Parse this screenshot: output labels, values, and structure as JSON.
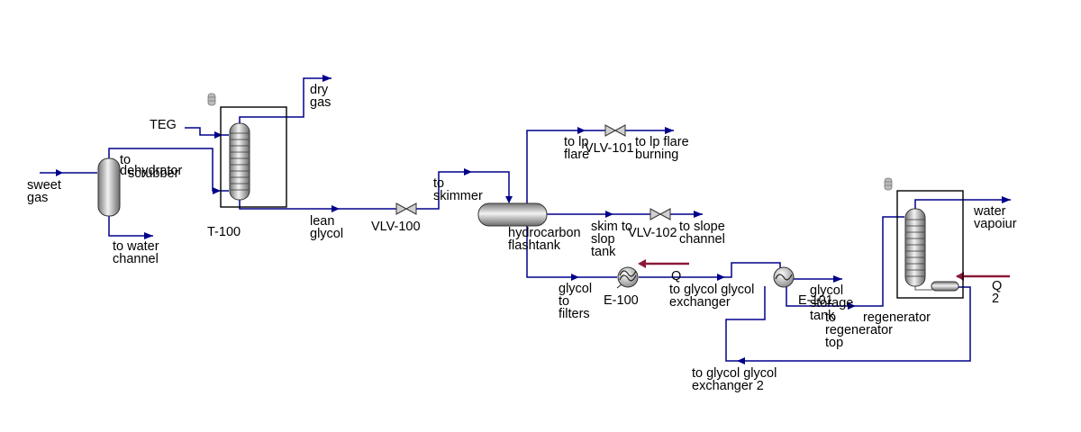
{
  "labels": {
    "sweet_gas": [
      "sweet",
      "gas"
    ],
    "to_dehydrator": [
      "to",
      "dehydrator"
    ],
    "to_scrubber": "scrubber",
    "to_water_channel": [
      "to water",
      "channel"
    ],
    "teg": "TEG",
    "dry_gas": [
      "dry",
      "gas"
    ],
    "t100": "T-100",
    "lean_glycol": [
      "lean",
      "glycol"
    ],
    "vlv100": "VLV-100",
    "to_skimmer": [
      "to",
      "skimmer"
    ],
    "to_lp_flare": [
      "to lp",
      "flare"
    ],
    "vlv101": "VLV-101",
    "to_lp_flare_burning": [
      "to lp flare",
      "burning"
    ],
    "hydrocarbon_flashtank": [
      "hydrocarbon",
      "flashtank"
    ],
    "skim_to_slop_tank": [
      "skim to",
      "slop",
      "tank"
    ],
    "vlv102": "VLV-102",
    "to_slope_channel": [
      "to slope",
      "channel"
    ],
    "glycol_to_filters": [
      "glycol",
      "to",
      "filters"
    ],
    "e100": "E-100",
    "q_label": "Q",
    "to_glycol_exchanger": [
      "to glycol glycol",
      "exchanger"
    ],
    "glycol_storage_tank": [
      "glycol",
      "storage",
      "tank"
    ],
    "e101": "E-101",
    "to_regenerator_top": [
      "to",
      "regenerator",
      "top"
    ],
    "regenerator": "regenerator",
    "water_vapoiur": [
      "water",
      "vapoiur"
    ],
    "q2": [
      "Q",
      "2"
    ],
    "to_glycol_exchanger_2": [
      "to glycol glycol",
      "exchanger 2"
    ]
  },
  "colors": {
    "material_stream": "#00008b",
    "energy_stream": "#8b1a3a",
    "equipment_fill": "#c8c8c8"
  }
}
